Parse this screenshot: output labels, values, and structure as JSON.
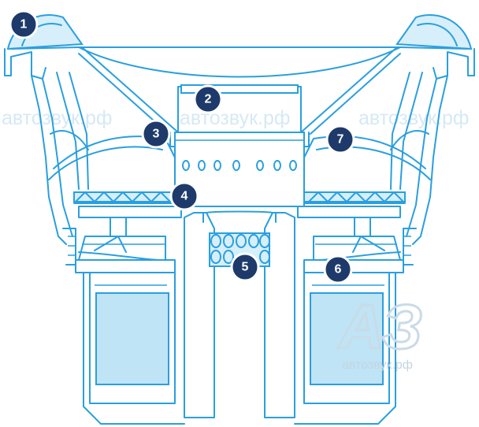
{
  "watermark": {
    "text": "автозвук.рф",
    "logo": "АЗ"
  },
  "callouts": [
    "1",
    "2",
    "3",
    "4",
    "5",
    "6",
    "7"
  ],
  "colors": {
    "line": "#2a9fdf",
    "fill": "#d6effa",
    "badge": "#1d3a6a"
  }
}
